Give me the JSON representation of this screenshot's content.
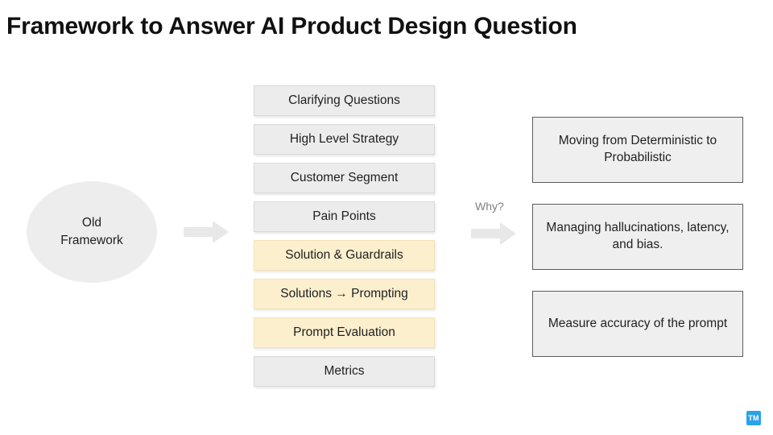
{
  "slide": {
    "title": "Framework to Answer AI Product Design Question",
    "background_color": "#ffffff"
  },
  "source_node": {
    "label": "Old\nFramework",
    "shape": "ellipse",
    "fill_color": "#ededed"
  },
  "connectors": {
    "left_arrow_name": "arrow-old-framework-to-steps",
    "right_arrow_name": "arrow-steps-to-reasons",
    "why_label": "Why?",
    "arrow_color": "#e8e8e8"
  },
  "steps": {
    "highlight_color": "#fcefcd",
    "default_color": "#ececed",
    "items": [
      {
        "label": "Clarifying Questions",
        "highlighted": false
      },
      {
        "label": "High Level Strategy",
        "highlighted": false
      },
      {
        "label": "Customer Segment",
        "highlighted": false
      },
      {
        "label": "Pain Points",
        "highlighted": false
      },
      {
        "label": "Solution & Guardrails",
        "highlighted": true
      },
      {
        "label": "Solutions → Prompting",
        "highlighted": true
      },
      {
        "label": "Prompt Evaluation",
        "highlighted": true
      },
      {
        "label": "Metrics",
        "highlighted": false
      }
    ]
  },
  "reasons": {
    "fill_color": "#efefef",
    "border_color": "#5c5c5c",
    "items": [
      {
        "label": "Moving from Deterministic to Probabilistic"
      },
      {
        "label": "Managing hallucinations, latency, and bias."
      },
      {
        "label": "Measure accuracy of the prompt"
      }
    ]
  },
  "watermark": {
    "label": "TM",
    "color": "#29a3e8"
  }
}
